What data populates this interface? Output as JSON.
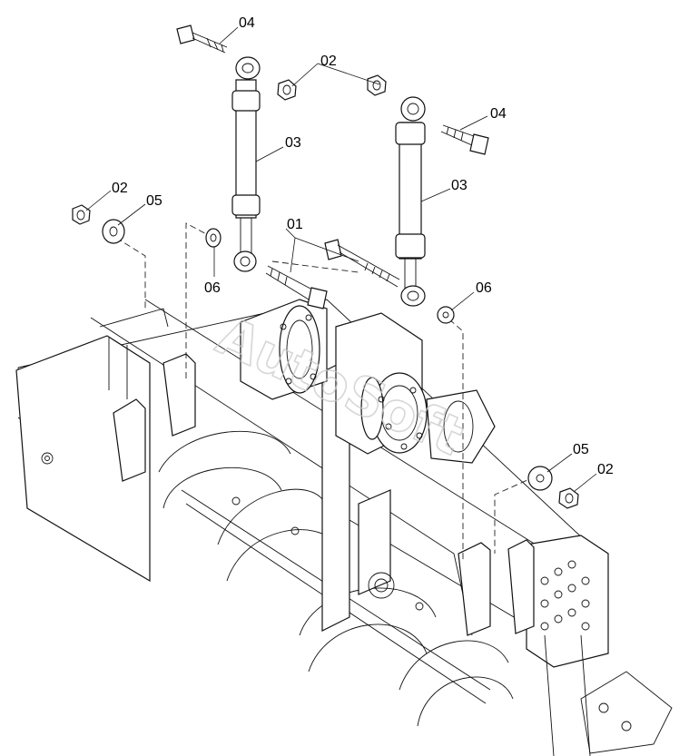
{
  "watermark": "AutoSoft",
  "callouts": {
    "c04_top": "04",
    "c02_top": "02",
    "c04_right": "04",
    "c03_left": "03",
    "c03_right": "03",
    "c02_left": "02",
    "c05_left": "05",
    "c01": "01",
    "c06_left": "06",
    "c06_right": "06",
    "c05_right": "05",
    "c02_right": "02"
  }
}
